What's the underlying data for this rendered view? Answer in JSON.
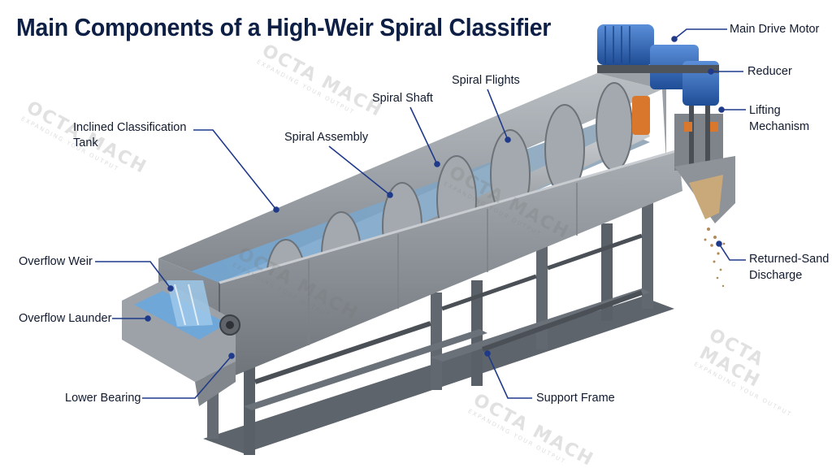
{
  "title": "Main Components of a High-Weir Spiral Classifier",
  "labels": {
    "main_drive_motor": "Main Drive Motor",
    "reducer": "Reducer",
    "lifting_line1": "Lifting",
    "lifting_line2": "Mechanism",
    "spiral_flights": "Spiral Flights",
    "spiral_shaft": "Spiral Shaft",
    "spiral_assembly": "Spiral Assembly",
    "tank_line1": "Inclined Classification",
    "tank_line2": "Tank",
    "overflow_weir": "Overflow Weir",
    "overflow_launder": "Overflow Launder",
    "returned_sand_line1": "Returned-Sand",
    "returned_sand_line2": "Discharge",
    "lower_bearing": "Lower Bearing",
    "support_frame": "Support Frame"
  },
  "watermark": {
    "name": "OCTA MACH",
    "tagline": "EXPANDING YOUR OUTPUT"
  },
  "colors": {
    "title": "#0d1f44",
    "label_text": "#111a2e",
    "leader_line": "#1f3a8a",
    "motor_blue": "#2f63b8",
    "steel": "#8e9499",
    "frame": "#585e66",
    "water": "#5a8fc4",
    "bearing_orange": "#d9782d"
  }
}
